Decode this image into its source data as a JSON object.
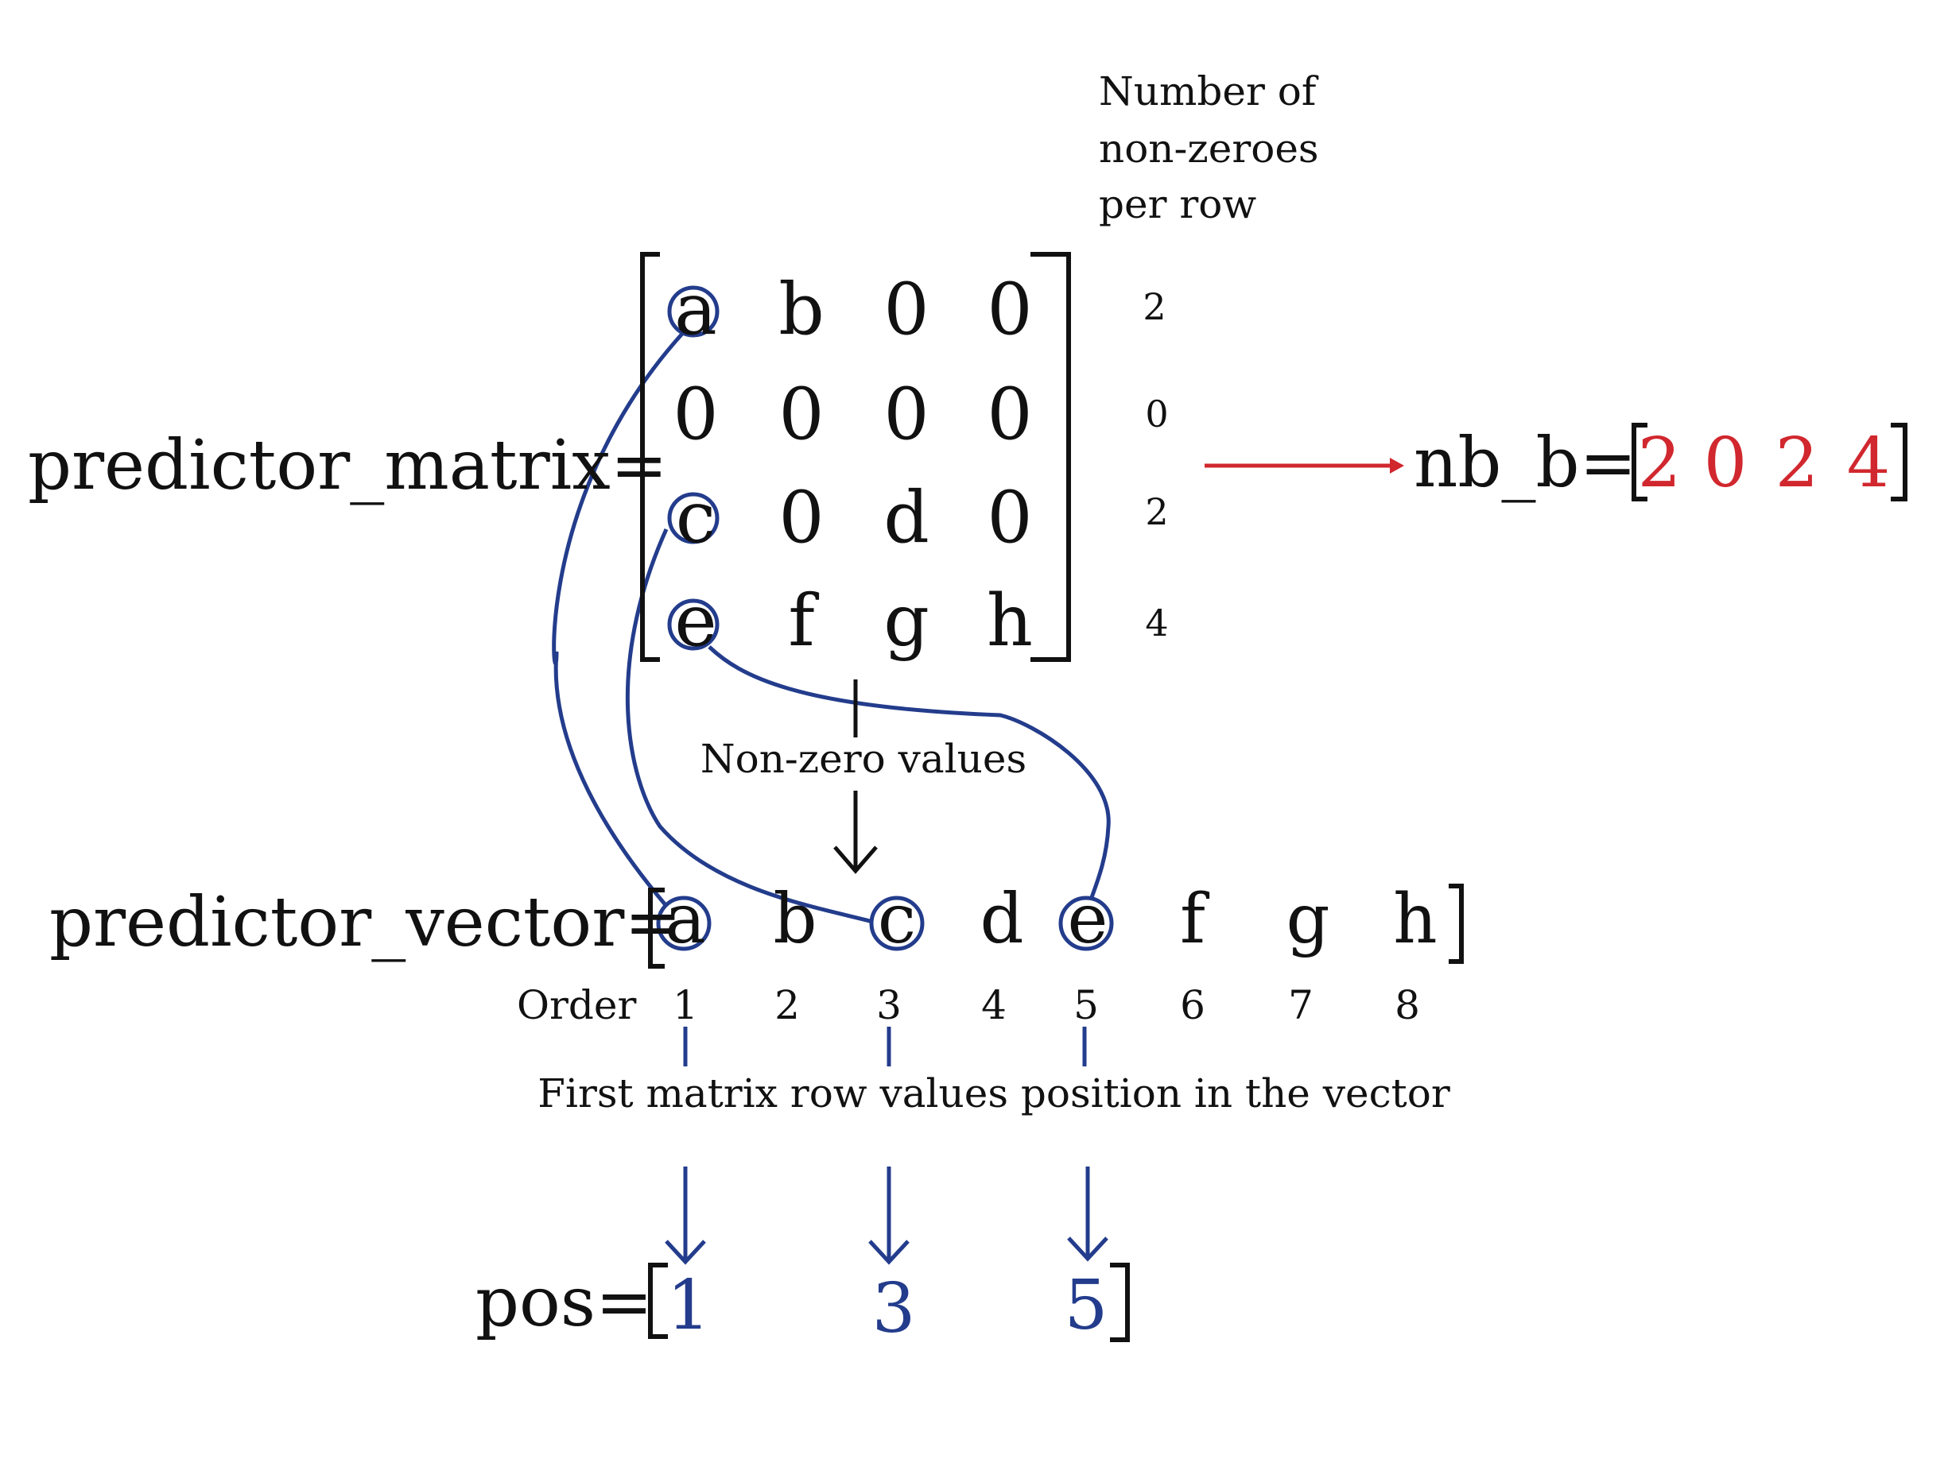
{
  "matrix_label": "predictor_matrix=",
  "matrix_rows": [
    [
      "a",
      "b",
      "0",
      "0"
    ],
    [
      "0",
      "0",
      "0",
      "0"
    ],
    [
      "c",
      "0",
      "d",
      "0"
    ],
    [
      "e",
      "f",
      "g",
      "h"
    ]
  ],
  "count_header_lines": [
    "Number of",
    "non-zeroes",
    "per row"
  ],
  "row_counts": [
    "2",
    "0",
    "2",
    "4"
  ],
  "nb_b_label": "nb_b=",
  "nb_b_values": [
    "2",
    "0",
    "2",
    "4"
  ],
  "nonzero_label": "Non-zero values",
  "vector_label": "predictor_vector=",
  "vector_values": [
    "a",
    "b",
    "c",
    "d",
    "e",
    "f",
    "g",
    "h"
  ],
  "order_label": "Order",
  "order_values": [
    "1",
    "2",
    "3",
    "4",
    "5",
    "6",
    "7",
    "8"
  ],
  "first_row_caption": "First matrix row values position in the vector",
  "pos_label": "pos=",
  "pos_values": [
    "1",
    "3",
    "5"
  ],
  "colors": {
    "red": "#d1272e",
    "blue": "#233c8c",
    "black": "#111111"
  }
}
